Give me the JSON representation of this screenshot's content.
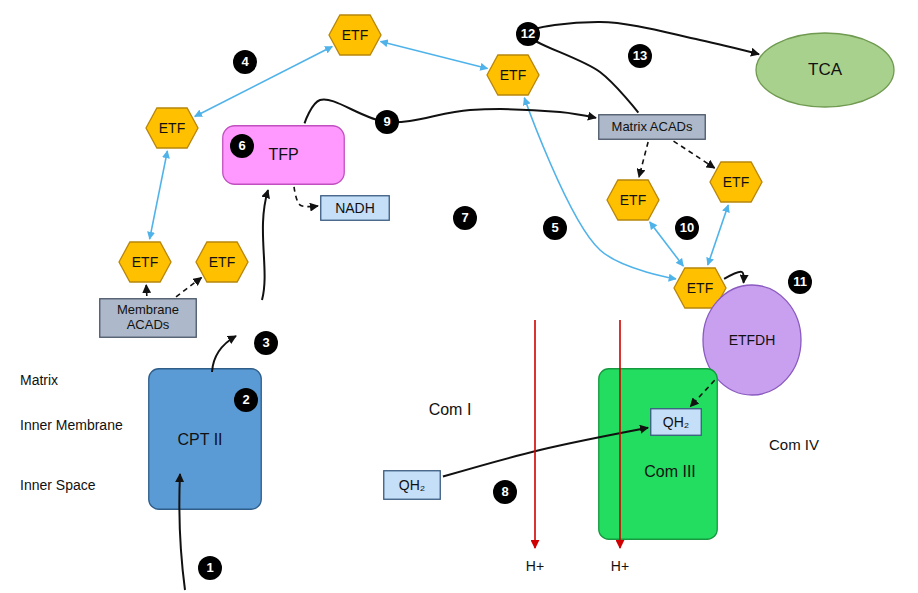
{
  "diagram": {
    "nodes": [
      {
        "text": [
          "ETF"
        ]
      },
      {
        "text": [
          "TCA"
        ]
      },
      {
        "text": [
          "ETF"
        ]
      },
      {
        "text": [
          "ETF"
        ]
      },
      {
        "text": [
          "Matrix ACADs"
        ]
      },
      {
        "text": [
          "TFP"
        ]
      },
      {
        "text": [
          "NADH"
        ]
      },
      {
        "text": [
          "ETF"
        ]
      },
      {
        "text": [
          "ETF"
        ]
      },
      {
        "text": [
          "Com I"
        ]
      },
      {
        "text": [
          "QH₂"
        ],
        "in": 9
      },
      {
        "text": [
          "ETF"
        ]
      },
      {
        "text": [
          "ETF"
        ]
      },
      {
        "text": [
          "ETF"
        ]
      },
      {
        "text": [
          "Membrane ACADs"
        ]
      },
      {
        "text": [
          "ETFDH"
        ]
      },
      {
        "text": [
          "CPT II"
        ]
      },
      {
        "text": [
          "Com III"
        ]
      },
      {
        "text": [
          "QH₂"
        ],
        "in": 17
      },
      {
        "text": [
          "Com IV"
        ]
      }
    ],
    "edges": [
      {
        "from": 3,
        "to": 0,
        "arrow": "both"
      },
      {
        "from": 0,
        "to": 2,
        "arrow": "both"
      },
      {
        "from": 3,
        "to": 11,
        "arrow": "both"
      },
      {
        "from": 2,
        "to": 13,
        "arrow": "both"
      },
      {
        "from": 7,
        "to": 13,
        "arrow": "both"
      },
      {
        "from": 8,
        "to": 13,
        "arrow": "both"
      },
      {
        "from": 14,
        "to": 11,
        "arrow": "to"
      },
      {
        "from": 14,
        "to": 12,
        "arrow": "to"
      },
      {
        "from": 5,
        "to": 6,
        "arrow": "to"
      },
      {
        "from": 5,
        "to": 4,
        "arrow": "to"
      },
      {
        "from": 4,
        "to": 1,
        "arrow": "to"
      },
      {
        "from": 4,
        "to": 7,
        "arrow": "to"
      },
      {
        "from": 4,
        "to": 8,
        "arrow": "to"
      },
      {
        "from": 13,
        "to": 15,
        "arrow": "to"
      },
      {
        "from": 15,
        "to": 18,
        "arrow": "to"
      },
      {
        "from": 10,
        "to": 18,
        "arrow": "to"
      }
    ],
    "labels": [
      "4",
      "12",
      "13",
      "9",
      "6",
      "7",
      "5",
      "10",
      "11",
      "3",
      "Matrix",
      "2",
      "Inner Membrane",
      "8",
      "Inner Space",
      "1",
      "H+",
      "H+"
    ]
  }
}
